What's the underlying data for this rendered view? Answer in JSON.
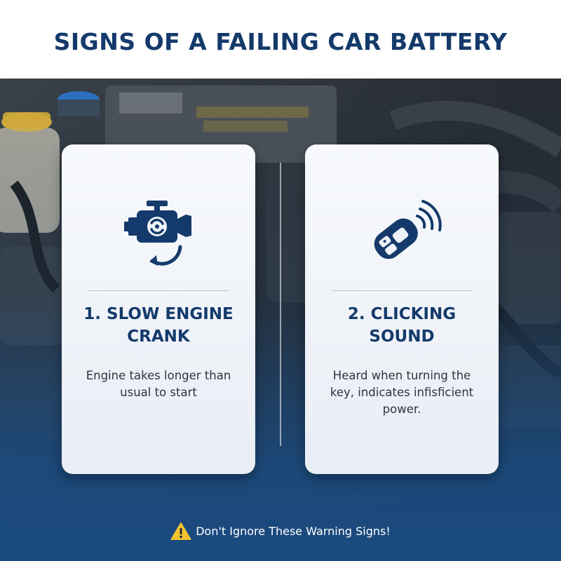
{
  "header": {
    "title": "SIGNS OF A FAILING CAR BATTERY"
  },
  "cards": [
    {
      "icon": "engine-icon",
      "title": "1. SLOW ENGINE CRANK",
      "description": "Engine takes longer than usual to start"
    },
    {
      "icon": "key-fob-signal-icon",
      "title": "2. CLICKING SOUND",
      "description": "Heard when turning the key, indicates infisficient power."
    }
  ],
  "footer": {
    "icon": "warning-icon",
    "text": "Don't Ignore These Warning Signs!"
  },
  "colors": {
    "navy": "#143a6b",
    "footer_blue": "#1c4f86",
    "warning_yellow": "#f2c230"
  }
}
